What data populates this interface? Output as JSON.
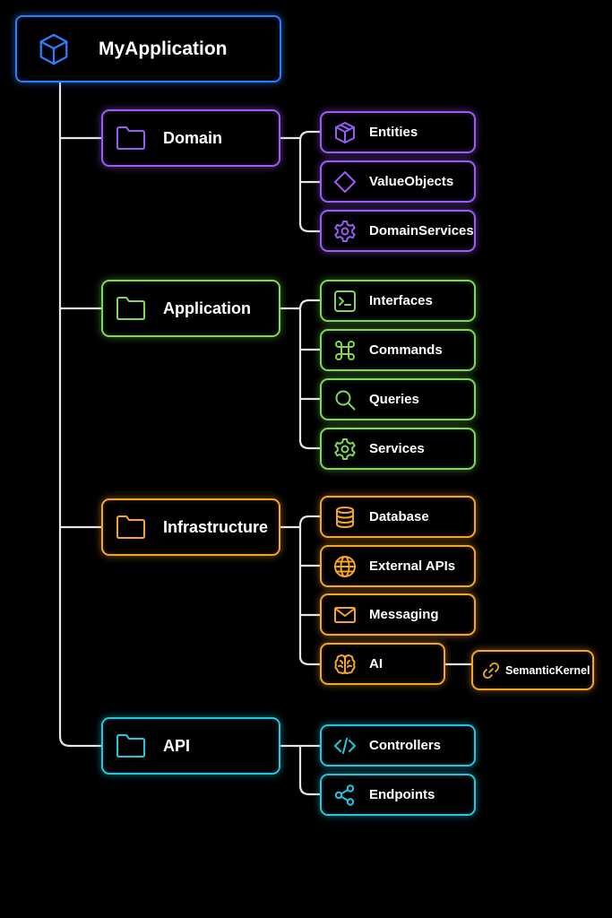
{
  "colors": {
    "root": "#2d7dff",
    "domain": "#9b5cf6",
    "application": "#7ed957",
    "infrastructure": "#f5a524",
    "api": "#1ec8e3",
    "connector": "#e6e6e6"
  },
  "root": {
    "label": "MyApplication",
    "icon": "cube-icon"
  },
  "layers": [
    {
      "label": "Domain",
      "icon": "folder-icon",
      "children": [
        {
          "label": "Entities",
          "icon": "box-icon"
        },
        {
          "label": "ValueObjects",
          "icon": "diamond-icon"
        },
        {
          "label": "DomainServices",
          "icon": "gear-icon"
        }
      ]
    },
    {
      "label": "Application",
      "icon": "folder-icon",
      "children": [
        {
          "label": "Interfaces",
          "icon": "terminal-icon"
        },
        {
          "label": "Commands",
          "icon": "command-icon"
        },
        {
          "label": "Queries",
          "icon": "magnifier-icon"
        },
        {
          "label": "Services",
          "icon": "gear-icon"
        }
      ]
    },
    {
      "label": "Infrastructure",
      "icon": "folder-icon",
      "children": [
        {
          "label": "Database",
          "icon": "database-icon"
        },
        {
          "label": "External APIs",
          "icon": "globe-icon"
        },
        {
          "label": "Messaging",
          "icon": "envelope-icon"
        },
        {
          "label": "AI",
          "icon": "brain-icon",
          "children": [
            {
              "label": "SemanticKernel",
              "icon": "link-icon"
            }
          ]
        }
      ]
    },
    {
      "label": "API",
      "icon": "folder-icon",
      "children": [
        {
          "label": "Controllers",
          "icon": "code-icon"
        },
        {
          "label": "Endpoints",
          "icon": "share-nodes-icon"
        }
      ]
    }
  ]
}
